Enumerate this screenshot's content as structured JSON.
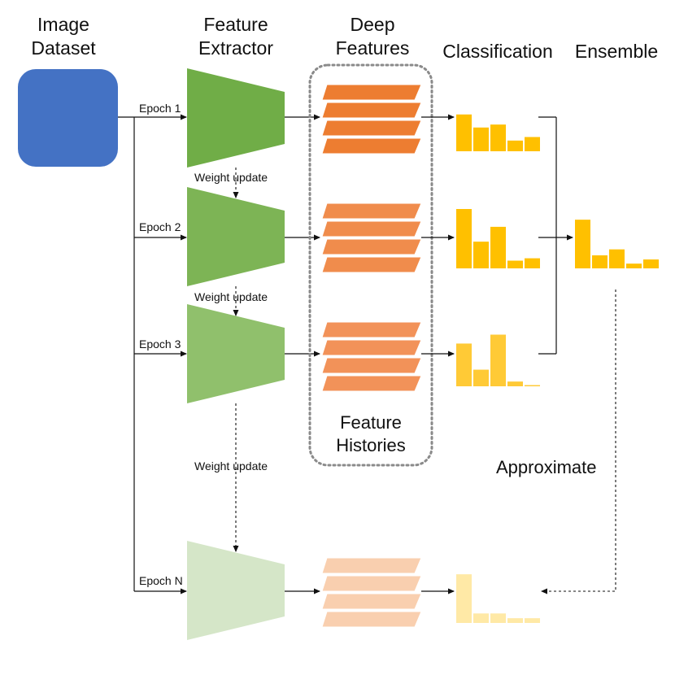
{
  "headers": {
    "image_dataset": "Image Dataset",
    "feature_extractor": "Feature Extractor",
    "deep_features": "Deep Features",
    "classification": "Classification",
    "ensemble": "Ensemble"
  },
  "epochs": [
    "Epoch 1",
    "Epoch 2",
    "Epoch 3",
    "Epoch N"
  ],
  "weight_update": "Weight update",
  "feature_histories": "Feature Histories",
  "approximate": "Approximate",
  "colors": {
    "dataset": "#4472C4",
    "extractor": [
      "#70AD47",
      "#7DB455",
      "#90C06C",
      "#D5E6C8"
    ],
    "features": [
      "#ED7D31",
      "#F08C4C",
      "#F29259",
      "#F9CFAF"
    ],
    "bars": [
      "#FFC000",
      "#FFC000",
      "#FFCA36",
      "#FFE9A6"
    ],
    "ensemble_bars": "#FFC000"
  },
  "histograms": [
    [
      0.62,
      0.4,
      0.45,
      0.18,
      0.24
    ],
    [
      1.0,
      0.45,
      0.7,
      0.13,
      0.17
    ],
    [
      0.72,
      0.28,
      0.87,
      0.08,
      0.02
    ],
    [
      0.82,
      0.16,
      0.16,
      0.08,
      0.08
    ]
  ],
  "ensemble_histogram": [
    0.82,
    0.22,
    0.32,
    0.08,
    0.15
  ]
}
